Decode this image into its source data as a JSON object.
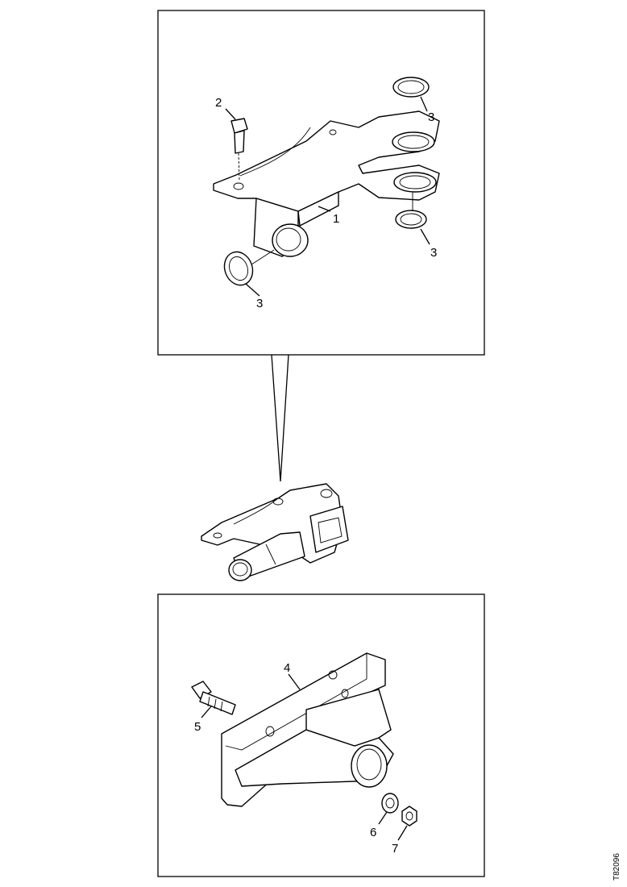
{
  "callouts": {
    "c1": "1",
    "c2": "2",
    "c3a": "3",
    "c3b": "3",
    "c3c": "3",
    "c4": "4",
    "c5": "5",
    "c6": "6",
    "c7": "7"
  },
  "figure_number": "T82096"
}
